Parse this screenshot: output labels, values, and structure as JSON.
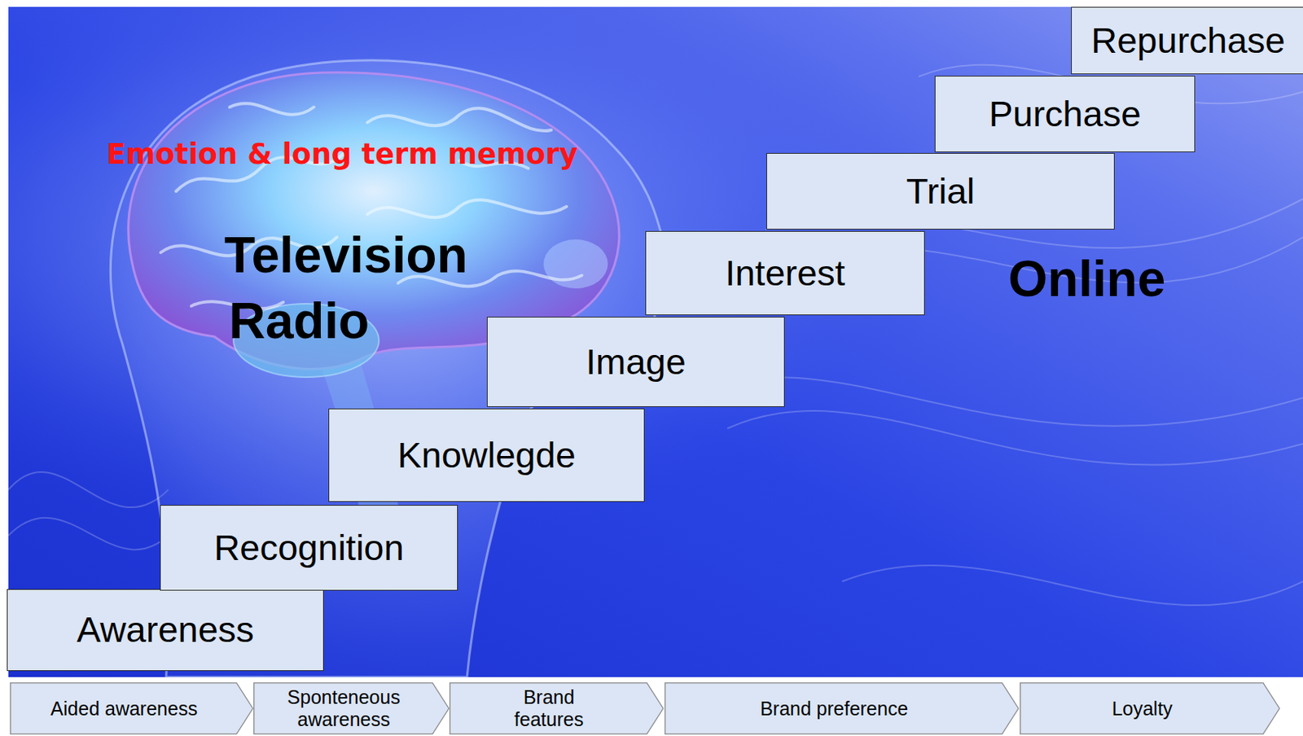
{
  "diagram": {
    "nodes": [
      {
        "text": [
          "Awareness"
        ]
      },
      {
        "text": [
          "Recognition"
        ]
      },
      {
        "text": [
          "Knowlegde"
        ]
      },
      {
        "text": [
          "Image"
        ]
      },
      {
        "text": [
          "Interest"
        ]
      },
      {
        "text": [
          "Trial"
        ]
      },
      {
        "text": [
          "Purchase"
        ]
      },
      {
        "text": [
          "Repurchase"
        ]
      },
      {
        "text": [
          "Aided awareness"
        ]
      },
      {
        "text": [
          "Sponteneous awareness"
        ]
      },
      {
        "text": [
          "Brand features"
        ]
      },
      {
        "text": [
          "Brand preference"
        ]
      },
      {
        "text": [
          "Loyalty"
        ]
      }
    ],
    "labels": [
      "Emotion & long term memory",
      "Television",
      "Radio",
      "Online"
    ]
  }
}
